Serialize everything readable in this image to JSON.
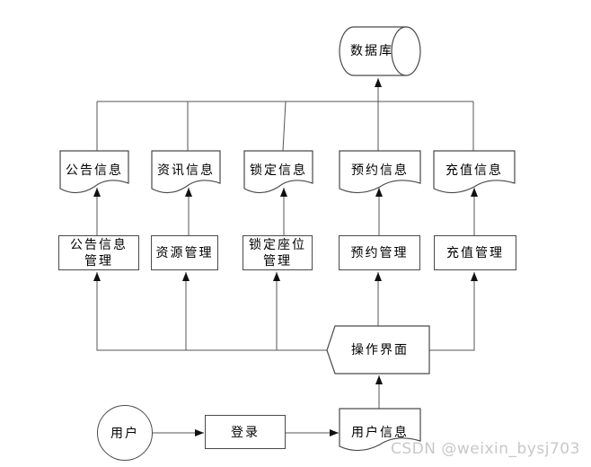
{
  "diagram": {
    "database": {
      "label": "数据库",
      "shape": "cylinder"
    },
    "documents": [
      {
        "label": "公告信息"
      },
      {
        "label": "资讯信息"
      },
      {
        "label": "锁定信息"
      },
      {
        "label": "预约信息"
      },
      {
        "label": "充值信息"
      }
    ],
    "managers": [
      {
        "lines": [
          "公告信息",
          "管理"
        ]
      },
      {
        "lines": [
          "资源管理"
        ]
      },
      {
        "lines": [
          "锁定座位",
          "管理"
        ]
      },
      {
        "lines": [
          "预约管理"
        ]
      },
      {
        "lines": [
          "充值管理"
        ]
      }
    ],
    "interface": {
      "label": "操作界面",
      "shape": "pointed-left-pentagon"
    },
    "user": {
      "label": "用户",
      "shape": "circle"
    },
    "login": {
      "label": "登录",
      "shape": "rectangle"
    },
    "user_info": {
      "label": "用户信息",
      "shape": "document"
    }
  },
  "watermark": {
    "text": "CSDN @weixin_bysj703",
    "color": "#c8c8c8"
  },
  "colors": {
    "background": "#ffffff",
    "line": "#555555",
    "arrowhead": "#111111",
    "shape_border": "#4a4a4a",
    "shape_fill": "#ffffff",
    "text": "#000000"
  }
}
